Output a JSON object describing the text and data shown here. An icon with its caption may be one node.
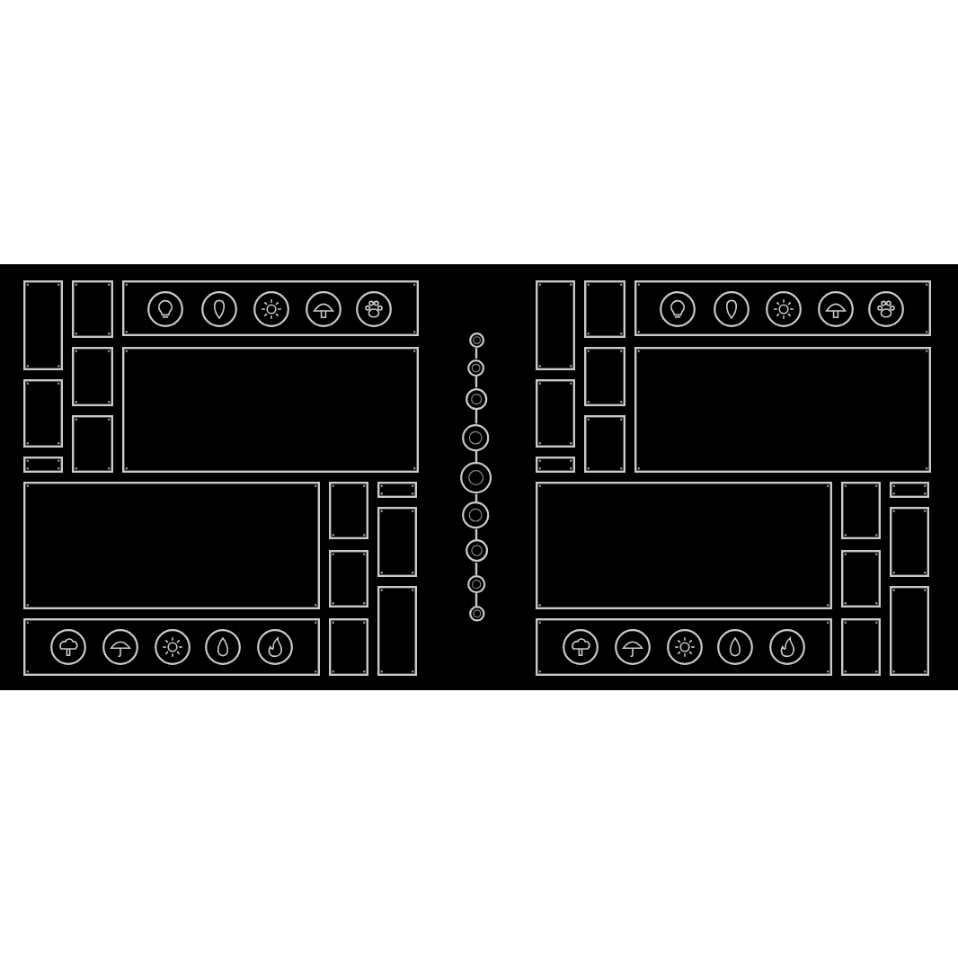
{
  "diagram": {
    "nodes": [
      {
        "text": [],
        "shape": "circle"
      },
      {
        "text": [],
        "shape": "circle"
      },
      {
        "text": [],
        "shape": "circle"
      },
      {
        "text": [],
        "shape": "circle"
      },
      {
        "text": [],
        "shape": "circle"
      },
      {
        "text": [],
        "shape": "circle"
      },
      {
        "text": [],
        "shape": "circle"
      },
      {
        "text": [],
        "shape": "circle"
      },
      {
        "text": [],
        "shape": "circle"
      }
    ],
    "edges": [
      {
        "from": 0,
        "to": 1,
        "arrow": "none"
      },
      {
        "from": 1,
        "to": 2,
        "arrow": "none"
      },
      {
        "from": 2,
        "to": 3,
        "arrow": "none"
      },
      {
        "from": 3,
        "to": 4,
        "arrow": "none"
      },
      {
        "from": 4,
        "to": 5,
        "arrow": "none"
      },
      {
        "from": 5,
        "to": 6,
        "arrow": "none"
      },
      {
        "from": 6,
        "to": 7,
        "arrow": "none"
      },
      {
        "from": 7,
        "to": 8,
        "arrow": "none"
      }
    ]
  }
}
